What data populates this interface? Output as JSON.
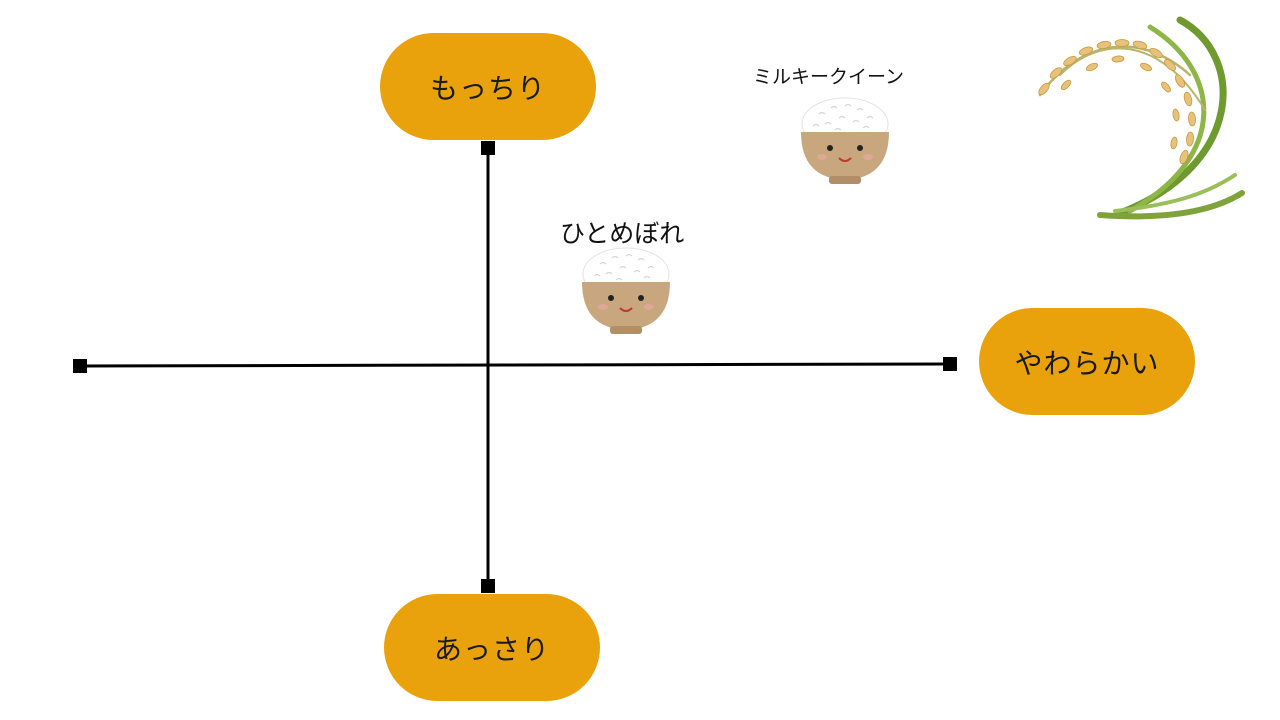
{
  "axes": {
    "top_label": "もっちり",
    "bottom_label": "あっさり",
    "right_label": "やわらかい"
  },
  "varieties": [
    {
      "name": "ひとめぼれ"
    },
    {
      "name": "ミルキークイーン"
    }
  ],
  "colors": {
    "pill": "#E9A20C",
    "axis": "#000000",
    "bowl": "#C9A77E",
    "rice": "#FFFFFF",
    "plant_leaf": "#7FA33A",
    "plant_grain": "#E8C27A"
  },
  "icons": {
    "bowl": "rice-bowl-icon",
    "plant": "rice-plant-icon"
  }
}
